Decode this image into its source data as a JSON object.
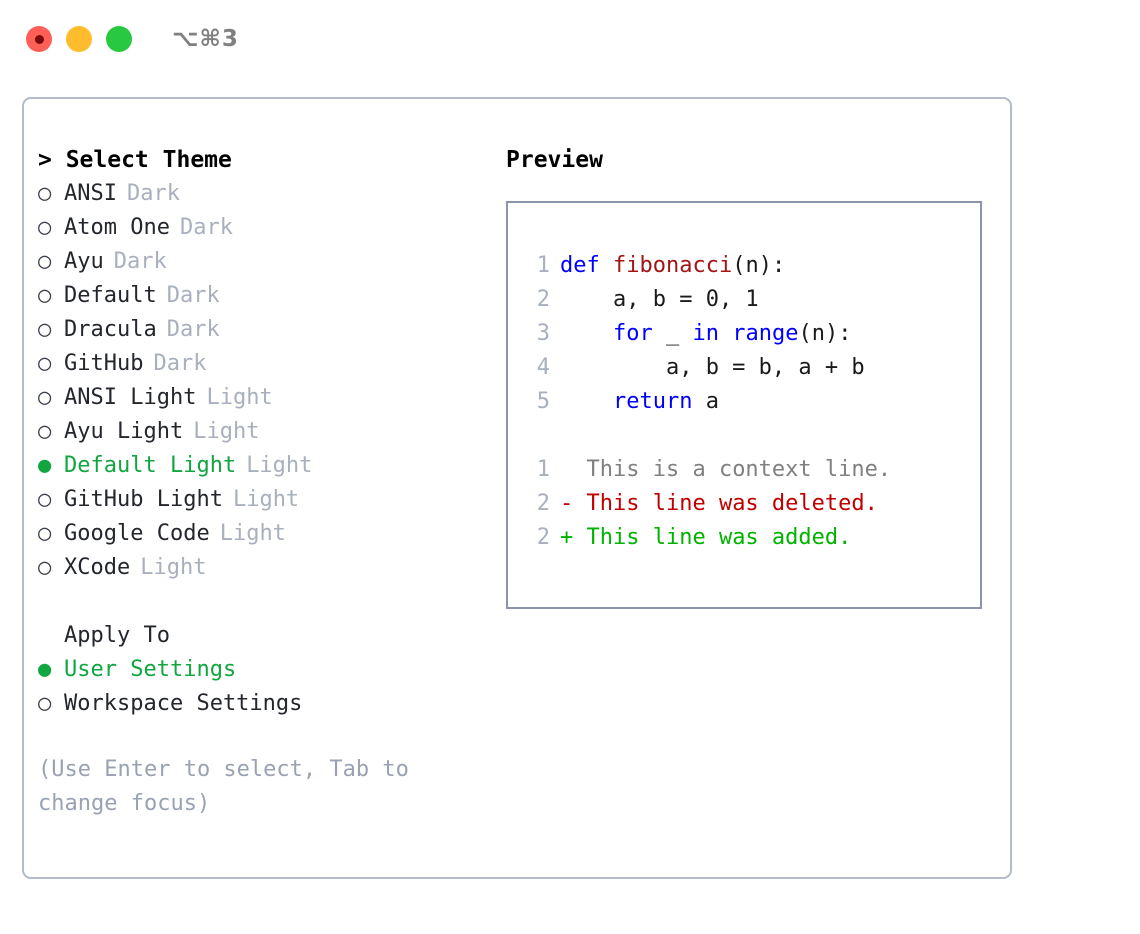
{
  "titlebar": {
    "shortcut": "⌥⌘3",
    "dots": [
      {
        "name": "close",
        "color": "#ff5f57"
      },
      {
        "name": "minimize",
        "color": "#ffbd2e"
      },
      {
        "name": "maximize",
        "color": "#28c840"
      }
    ]
  },
  "theme_selector": {
    "header": "> Select Theme",
    "marker_selected": "●",
    "marker_unselected": "○",
    "accent_color": "#11a63f",
    "items": [
      {
        "label": "ANSI",
        "suffix": "Dark",
        "selected": false
      },
      {
        "label": "Atom One",
        "suffix": "Dark",
        "selected": false
      },
      {
        "label": "Ayu",
        "suffix": "Dark",
        "selected": false
      },
      {
        "label": "Default",
        "suffix": "Dark",
        "selected": false
      },
      {
        "label": "Dracula",
        "suffix": "Dark",
        "selected": false
      },
      {
        "label": "GitHub",
        "suffix": "Dark",
        "selected": false
      },
      {
        "label": "ANSI Light",
        "suffix": "Light",
        "selected": false
      },
      {
        "label": "Ayu Light",
        "suffix": "Light",
        "selected": false
      },
      {
        "label": "Default Light",
        "suffix": "Light",
        "selected": true
      },
      {
        "label": "GitHub Light",
        "suffix": "Light",
        "selected": false
      },
      {
        "label": "Google Code",
        "suffix": "Light",
        "selected": false
      },
      {
        "label": "XCode",
        "suffix": "Light",
        "selected": false
      }
    ]
  },
  "apply_to": {
    "header": "Apply To",
    "items": [
      {
        "label": "User Settings",
        "selected": true
      },
      {
        "label": "Workspace Settings",
        "selected": false
      }
    ]
  },
  "hint": "(Use Enter to select, Tab to change focus)",
  "preview": {
    "title": "Preview",
    "code_lines": [
      {
        "no": "1",
        "tokens": [
          {
            "t": "def ",
            "c": "kw"
          },
          {
            "t": "fibonacci",
            "c": "fn"
          },
          {
            "t": "(n):",
            "c": "plain"
          }
        ]
      },
      {
        "no": "2",
        "tokens": [
          {
            "t": "    a, b = 0, 1",
            "c": "plain"
          }
        ]
      },
      {
        "no": "3",
        "tokens": [
          {
            "t": "    ",
            "c": "plain"
          },
          {
            "t": "for",
            "c": "kw"
          },
          {
            "t": " _ ",
            "c": "plain"
          },
          {
            "t": "in",
            "c": "kw"
          },
          {
            "t": " ",
            "c": "plain"
          },
          {
            "t": "range",
            "c": "kw"
          },
          {
            "t": "(n):",
            "c": "plain"
          }
        ]
      },
      {
        "no": "4",
        "tokens": [
          {
            "t": "        a, b = b, a + b",
            "c": "plain"
          }
        ]
      },
      {
        "no": "5",
        "tokens": [
          {
            "t": "    ",
            "c": "plain"
          },
          {
            "t": "return",
            "c": "kw"
          },
          {
            "t": " a",
            "c": "plain"
          }
        ]
      }
    ],
    "diff_lines": [
      {
        "no": "1",
        "sign": " ",
        "text": " This is a context line.",
        "kind": "ctx"
      },
      {
        "no": "2",
        "sign": "-",
        "text": " This line was deleted.",
        "kind": "del"
      },
      {
        "no": "2",
        "sign": "+",
        "text": " This line was added.",
        "kind": "add"
      }
    ]
  }
}
